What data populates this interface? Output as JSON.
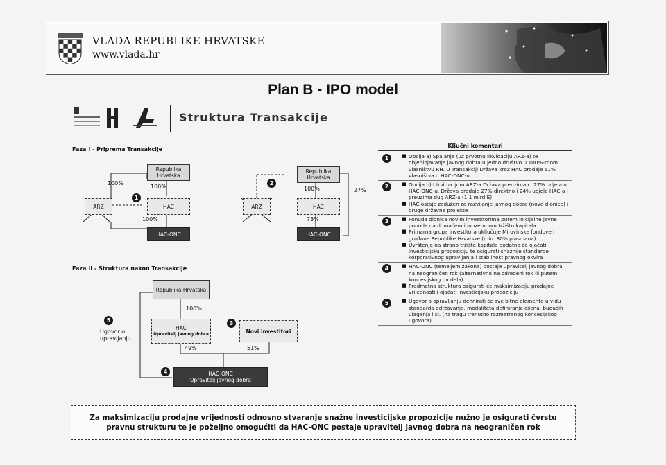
{
  "header": {
    "gov_name": "VLADA REPUBLIKE HRVATSKE",
    "gov_url": "www.vlada.hr"
  },
  "title": "Plan B - IPO model",
  "subtitle": "Struktura Transakcije",
  "phase1": {
    "label": "Faza I - Priprema Transakcije",
    "before": {
      "rh": "Republika Hrvatska",
      "arz": "ARZ",
      "hac": "HAC",
      "hac_onc": "HAC-ONC",
      "pct_arz": "100%",
      "pct_hac": "100%",
      "pct_onc": "100%",
      "circle": "1"
    },
    "after": {
      "rh": "Republika Hrvatska",
      "arz": "ARZ",
      "hac": "HAC",
      "hac_onc": "HAC-ONC",
      "pct_hac": "100%",
      "pct_onc": "73%",
      "pct_direct": "27%",
      "circle": "2"
    }
  },
  "phase2": {
    "label": "Faza II - Struktura nakon Transakcije",
    "rh": "Republika Hrvatska",
    "pct_rh": "100%",
    "hac_title": "HAC",
    "hac_sub": "Upravitelj javnog dobra",
    "novi": "Novi investitori",
    "pct_hac": "49%",
    "pct_novi": "51%",
    "hac_onc": "HAC-ONC",
    "hac_onc_sub": "Upravitelj javnog dobra",
    "ugovor": "Ugovor o upravljanju",
    "c5": "5",
    "c3": "3",
    "c4": "4"
  },
  "comments": {
    "heading": "Ključni komentari",
    "groups": [
      {
        "circle": "1",
        "items": [
          "Opcija a) Spajanje (uz prvotnu likvidaciju ARZ-a) te objedinjavanje javnog dobra u jedno društvo u 100%-tnom vlasništvu RH. U Transakciji Država kroz HAC prodaje 51% vlasništva u HAC-ONC-u"
        ]
      },
      {
        "circle": "2",
        "items": [
          "Opcija b) Likvidacijom ARZ-a Država preuzima c. 27% udjela u HAC-ONC-u. Država prodaje 27% direktno i 24% udjela HAC-a i preuzima dug ARZ-a (1,1 mlrd E)",
          "HAC ostaje zadužen za razvijanje javnog dobra (nove dionice) i druge državne projekte"
        ]
      },
      {
        "circle": "3",
        "items": [
          "Ponuda dionica novim investitorima putem inicijalne javne ponude na domaćem i inozemnom tržištu kapitala",
          "Primarna grupa investitora uključuje Mirovinske fondove i građane Republike Hrvatske (min. 80% plasmana)",
          "Uvrštenje na strano tržište kapitala dodatno će ojačati investicijsku propoziciju te osigurati snažnije standarde korporativnog upravljanja i stabilnost pravnog okvira"
        ]
      },
      {
        "circle": "4",
        "items": [
          "HAC-ONC (temeljem zakona) postaje upravitelj javnog dobra na neograničen rok (alternativno na određeni rok ili putem koncesijskog modela)",
          "Predmetna struktura osigurati će maksimizaciju prodajne vrijednosti i ojačati investicijsku propoziciju"
        ]
      },
      {
        "circle": "5",
        "items": [
          "Ugovor o opravljanju definirati će sve bitne elemente u vidu standarda održavanja, modaliteta definiranja cijena, budućih ulaganja i sl. (na tragu trenutno razmatranog koncesijskog ugovora)"
        ]
      }
    ]
  },
  "footer": "Za maksimizaciju prodajne vrijednosti odnosno stvaranje snažne investicijske propozicije nužno je osigurati čvrstu pravnu strukturu te je poželjno omogućiti da HAC-ONC postaje upravitelj javnog dobra na neograničen rok"
}
